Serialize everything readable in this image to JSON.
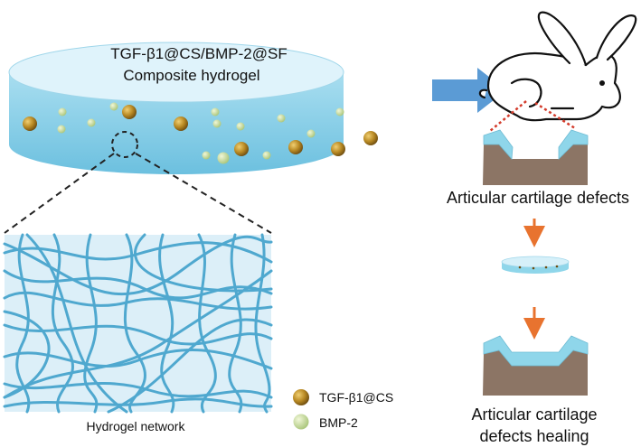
{
  "title_line1": "TGF-β1@CS/BMP-2@SF",
  "title_line2": "Composite hydrogel",
  "network_label": "Hydrogel network",
  "defects_label": "Articular cartilage defects",
  "healing_line1": "Articular cartilage",
  "healing_line2": "defects healing",
  "legend": [
    {
      "label": "TGF-β1@CS",
      "icon": "tgf-particle-icon"
    },
    {
      "label": "BMP-2",
      "icon": "bmp-particle-icon"
    }
  ],
  "colors": {
    "hydrogel_top": "#dff3fb",
    "hydrogel_side": "#7fcbe6",
    "arrow_blue": "#5b9bd5",
    "arrow_orange": "#e8732f",
    "cartilage": "#8fd6ea",
    "bone": "#8c7565",
    "fiber": "#4fa8cf",
    "tgf_particle": "#a6781c",
    "bmp_particle": "#c9dba0"
  }
}
